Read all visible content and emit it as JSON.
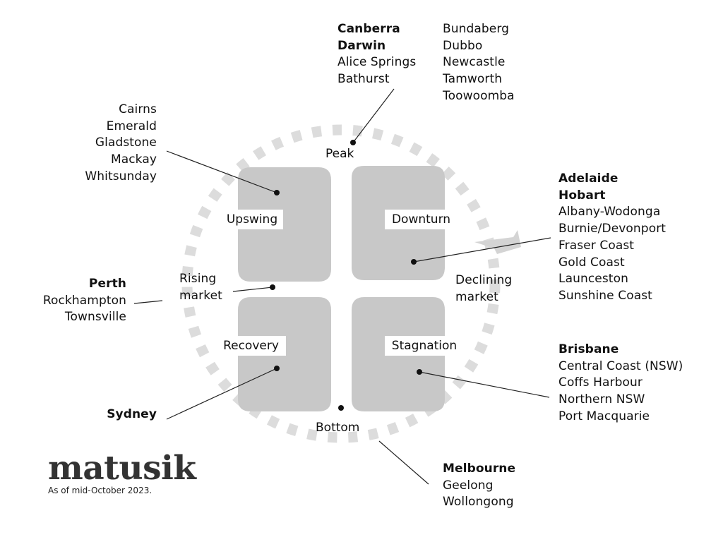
{
  "phases": {
    "upswing": "Upswing",
    "downturn": "Downturn",
    "recovery": "Recovery",
    "stagnation": "Stagnation"
  },
  "markers": {
    "peak": "Peak",
    "bottom": "Bottom",
    "rising": [
      "Rising",
      "market"
    ],
    "declining": [
      "Declining",
      "market"
    ]
  },
  "groups": {
    "peak": {
      "col1": [
        {
          "name": "Canberra",
          "bold": true
        },
        {
          "name": "Darwin",
          "bold": true
        },
        {
          "name": "Alice Springs",
          "bold": false
        },
        {
          "name": "Bathurst",
          "bold": false
        }
      ],
      "col2": [
        {
          "name": "Bundaberg",
          "bold": false
        },
        {
          "name": "Dubbo",
          "bold": false
        },
        {
          "name": "Newcastle",
          "bold": false
        },
        {
          "name": "Tamworth",
          "bold": false
        },
        {
          "name": "Toowoomba",
          "bold": false
        }
      ]
    },
    "upswing": [
      {
        "name": "Cairns",
        "bold": false
      },
      {
        "name": "Emerald",
        "bold": false
      },
      {
        "name": "Gladstone",
        "bold": false
      },
      {
        "name": "Mackay",
        "bold": false
      },
      {
        "name": "Whitsunday",
        "bold": false
      }
    ],
    "downturn": [
      {
        "name": "Adelaide",
        "bold": true
      },
      {
        "name": "Hobart",
        "bold": true
      },
      {
        "name": "Albany-Wodonga",
        "bold": false
      },
      {
        "name": "Burnie/Devonport",
        "bold": false
      },
      {
        "name": "Fraser Coast",
        "bold": false
      },
      {
        "name": "Gold Coast",
        "bold": false
      },
      {
        "name": "Launceston",
        "bold": false
      },
      {
        "name": "Sunshine Coast",
        "bold": false
      }
    ],
    "rising": [
      {
        "name": "Perth",
        "bold": true
      },
      {
        "name": "Rockhampton",
        "bold": false
      },
      {
        "name": "Townsville",
        "bold": false
      }
    ],
    "stagnation": [
      {
        "name": "Brisbane",
        "bold": true
      },
      {
        "name": "Central Coast (NSW)",
        "bold": false
      },
      {
        "name": "Coffs Harbour",
        "bold": false
      },
      {
        "name": "Northern NSW",
        "bold": false
      },
      {
        "name": "Port Macquarie",
        "bold": false
      }
    ],
    "recovery": [
      {
        "name": "Sydney",
        "bold": true
      }
    ],
    "bottom": [
      {
        "name": "Melbourne",
        "bold": true
      },
      {
        "name": "Geelong",
        "bold": false
      },
      {
        "name": "Wollongong",
        "bold": false
      }
    ]
  },
  "brand": {
    "name": "matusik",
    "note": "As of mid-October 2023."
  },
  "colors": {
    "quadrant": "#c8c8c8",
    "dashed_ring": "#dcdcdc",
    "text": "#111111"
  }
}
